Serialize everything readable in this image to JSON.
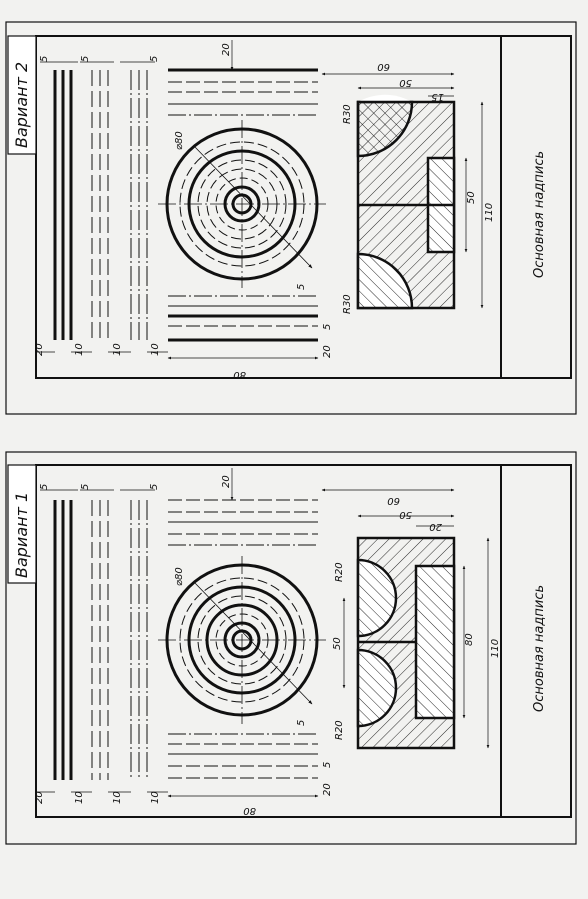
{
  "variants": [
    {
      "title": "Вариант 2",
      "stamp": "Основная надпись",
      "dims": {
        "d5a": "5",
        "d5b": "5",
        "d5c": "5",
        "d20top": "20",
        "w20": "20",
        "w10a": "10",
        "w10b": "10",
        "w10c": "10",
        "w80": "80",
        "d5d": "5",
        "d20bot": "20",
        "dia": "⌀80",
        "ring5": "5",
        "sec60": "60",
        "sec50": "50",
        "sec15": "15",
        "secH": "110",
        "secIn": "50",
        "rTop": "R30",
        "rBot": "R30"
      }
    },
    {
      "title": "Вариант 1",
      "stamp": "Основная надпись",
      "dims": {
        "d5a": "5",
        "d5b": "5",
        "d5c": "5",
        "d20top": "20",
        "w20": "20",
        "w10a": "10",
        "w10b": "10",
        "w10c": "10",
        "w80": "80",
        "d5d": "5",
        "d20bot": "20",
        "dia": "⌀80",
        "ring5": "5",
        "sec60": "60",
        "sec50": "50",
        "sec15": "20",
        "secH": "110",
        "secIn": "80",
        "mid50": "50",
        "rTop": "R20",
        "rBot": "R20"
      }
    }
  ]
}
